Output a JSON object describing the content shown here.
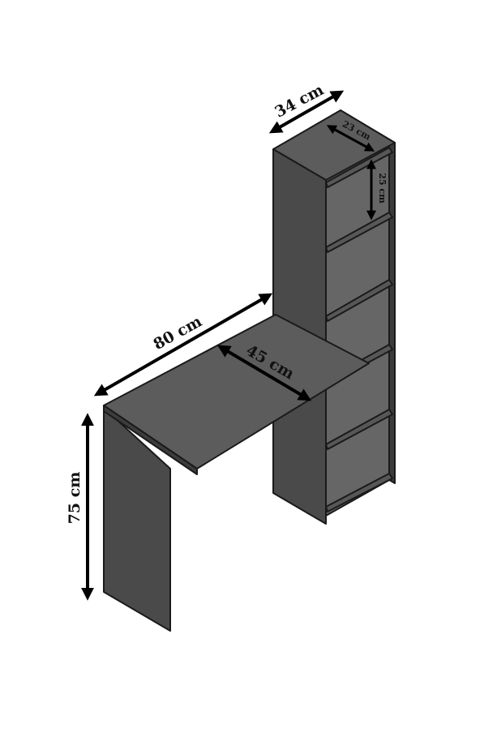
{
  "colors": {
    "panel_front": "#4a4a4a",
    "panel_top": "#5c5c5c",
    "panel_side": "#3c3c3c",
    "shelf_top": "#575757",
    "shelf_back": "#666666",
    "arrow": "#000000"
  },
  "dimensions": {
    "depth_unit": "34 cm",
    "shelf_width": "23 cm",
    "shelf_height": "25 cm",
    "desk_width": "80 cm",
    "desk_depth": "45 cm",
    "desk_height": "75 cm"
  }
}
